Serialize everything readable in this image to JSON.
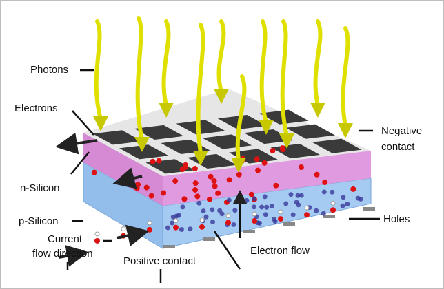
{
  "labels": {
    "photons": "Photons",
    "electrons": "Electrons",
    "n_silicon": "n-Silicon",
    "p_silicon": "p-Silicon",
    "current_flow_line1": "Current",
    "current_flow_line2": "flow direction",
    "positive_contact": "Positive contact",
    "electron_flow": "Electron flow",
    "holes": "Holes",
    "negative_contact_line1": "Negative",
    "negative_contact_line2": "contact"
  },
  "colors": {
    "photon": "#e0e000",
    "n_silicon": "#d98fd6",
    "p_silicon": "#9dc3ee",
    "cell_top": "#3a3a3a",
    "electron": "#dd1111",
    "hole": "#ffffff",
    "electron_blue": "#3a3a9a"
  }
}
